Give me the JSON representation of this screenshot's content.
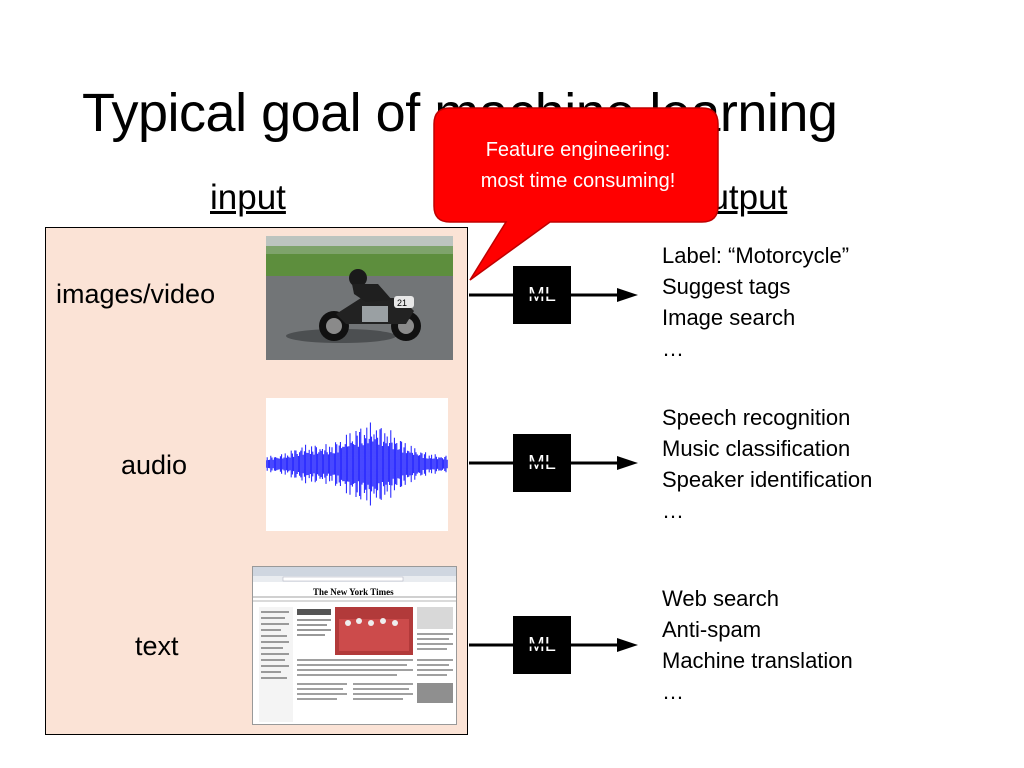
{
  "slide": {
    "title": "Typical goal of machine learning",
    "input_heading": "input",
    "output_heading": "output"
  },
  "rows": [
    {
      "label": "images/video",
      "ml_label": "ML",
      "outputs": [
        "Label: “Motorcycle”",
        "Suggest tags",
        "Image search",
        "…"
      ]
    },
    {
      "label": "audio",
      "ml_label": "ML",
      "outputs": [
        "Speech recognition",
        "Music classification",
        "Speaker identification",
        "…"
      ]
    },
    {
      "label": "text",
      "ml_label": "ML",
      "outputs": [
        "Web search",
        "Anti-spam",
        "Machine translation",
        "…"
      ]
    }
  ],
  "callout": {
    "line1": "Feature engineering:",
    "line2": "most time consuming!",
    "color": "#ff0000"
  },
  "colors": {
    "input_box": "#fbe3d6",
    "ml_box": "#000000",
    "waveform": "#1a1aff"
  },
  "thumbnails": {
    "web_masthead": "The New York Times"
  }
}
